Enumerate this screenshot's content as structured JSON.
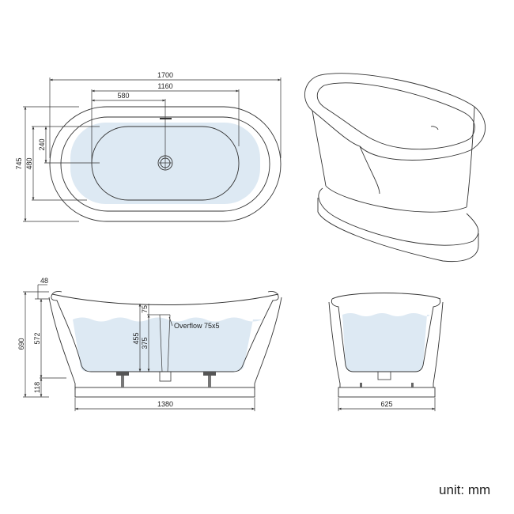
{
  "top_view": {
    "length": "1700",
    "inner_length": "1160",
    "drain_offset": "580",
    "width": "745",
    "inner_width": "480",
    "drain_offset_width": "240"
  },
  "side_view": {
    "total_height": "690",
    "rim_thickness": "48",
    "tub_height": "572",
    "plinth_height": "118",
    "depth": "455",
    "water_depth": "375",
    "overflow_depth": "75",
    "overflow_label": "Overflow 75x5",
    "base_length": "1380"
  },
  "end_view": {
    "base_width": "625"
  },
  "unit_label": "unit: mm",
  "colors": {
    "water": "#dde9f3",
    "line": "#333333"
  }
}
